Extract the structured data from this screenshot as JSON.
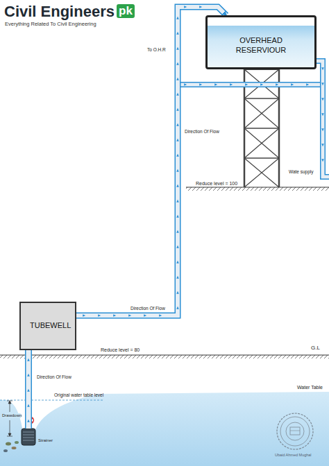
{
  "diagram": {
    "nodes": [
      {
        "text": [
          "OVERHEAD RESERVIOUR"
        ]
      },
      {
        "text": [
          "TUBEWELL"
        ]
      }
    ],
    "edges": [
      {
        "from": 1,
        "to": 0,
        "arrow": "to"
      }
    ],
    "labels": [
      "Civil Engineers",
      "pk",
      "Everything Related To Civil Engineering",
      "To O.H.R",
      "Direction Of Flow",
      "Reduce level = 100",
      "Wate supply",
      "Direction Of Flow",
      "Reduce level = 80",
      "G.L",
      "Direction Of Flow",
      "Original water table level",
      "Water Table",
      "Drawdown",
      "Strainer",
      "Ubaid Ahmed Mughal"
    ]
  }
}
